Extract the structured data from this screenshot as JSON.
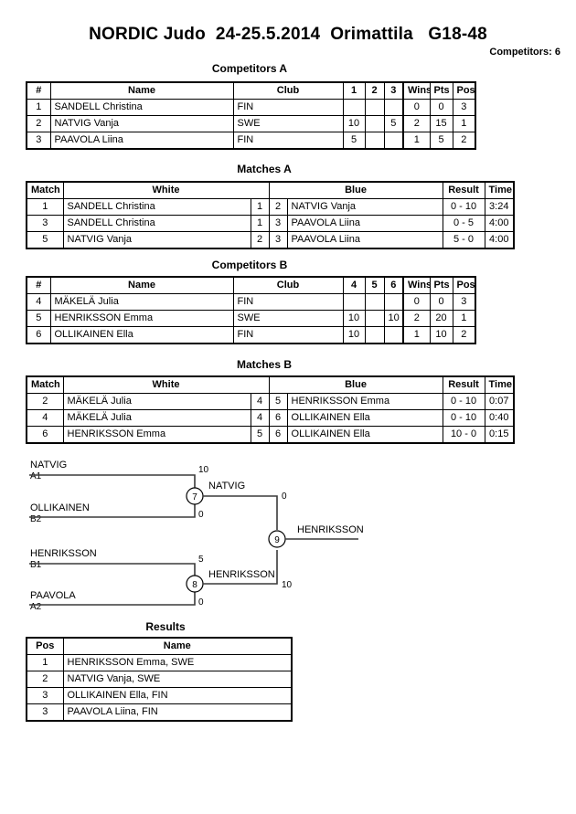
{
  "header": {
    "title": "NORDIC Judo  24-25.5.2014  Orimattila   G18-48",
    "competitor_count": "Competitors: 6"
  },
  "pools": [
    {
      "caption": "Competitors A",
      "columns": [
        "#",
        "Name",
        "Club",
        "1",
        "2",
        "3",
        "Wins",
        "Pts",
        "Pos"
      ],
      "rows": [
        {
          "num": "1",
          "name": "SANDELL Christina",
          "club": "FIN",
          "m1": "",
          "m2": "",
          "m3": "",
          "wins": "0",
          "pts": "0",
          "pos": "3"
        },
        {
          "num": "2",
          "name": "NATVIG Vanja",
          "club": "SWE",
          "m1": "10",
          "m2": "",
          "m3": "5",
          "wins": "2",
          "pts": "15",
          "pos": "1"
        },
        {
          "num": "3",
          "name": "PAAVOLA Liina",
          "club": "FIN",
          "m1": "5",
          "m2": "",
          "m3": "",
          "wins": "1",
          "pts": "5",
          "pos": "2"
        }
      ]
    },
    {
      "caption": "Competitors B",
      "columns": [
        "#",
        "Name",
        "Club",
        "4",
        "5",
        "6",
        "Wins",
        "Pts",
        "Pos"
      ],
      "rows": [
        {
          "num": "4",
          "name": "MÄKELÄ Julia",
          "club": "FIN",
          "m1": "",
          "m2": "",
          "m3": "",
          "wins": "0",
          "pts": "0",
          "pos": "3"
        },
        {
          "num": "5",
          "name": "HENRIKSSON Emma",
          "club": "SWE",
          "m1": "10",
          "m2": "",
          "m3": "10",
          "wins": "2",
          "pts": "20",
          "pos": "1"
        },
        {
          "num": "6",
          "name": "OLLIKAINEN Ella",
          "club": "FIN",
          "m1": "10",
          "m2": "",
          "m3": "",
          "wins": "1",
          "pts": "10",
          "pos": "2"
        }
      ]
    }
  ],
  "matches": [
    {
      "caption": "Matches A",
      "columns": [
        "Match",
        "White",
        "Blue",
        "Result",
        "Time"
      ],
      "rows": [
        {
          "match": "1",
          "white": "SANDELL Christina",
          "white_num": "1",
          "blue_num": "2",
          "blue": "NATVIG Vanja",
          "result": "0 - 10",
          "time": "3:24"
        },
        {
          "match": "3",
          "white": "SANDELL Christina",
          "white_num": "1",
          "blue_num": "3",
          "blue": "PAAVOLA Liina",
          "result": "0 - 5",
          "time": "4:00"
        },
        {
          "match": "5",
          "white": "NATVIG Vanja",
          "white_num": "2",
          "blue_num": "3",
          "blue": "PAAVOLA Liina",
          "result": "5 - 0",
          "time": "4:00"
        }
      ]
    },
    {
      "caption": "Matches B",
      "columns": [
        "Match",
        "White",
        "Blue",
        "Result",
        "Time"
      ],
      "rows": [
        {
          "match": "2",
          "white": "MÄKELÄ Julia",
          "white_num": "4",
          "blue_num": "5",
          "blue": "HENRIKSSON Emma",
          "result": "0 - 10",
          "time": "0:07"
        },
        {
          "match": "4",
          "white": "MÄKELÄ Julia",
          "white_num": "4",
          "blue_num": "6",
          "blue": "OLLIKAINEN Ella",
          "result": "0 - 10",
          "time": "0:40"
        },
        {
          "match": "6",
          "white": "HENRIKSSON Emma",
          "white_num": "5",
          "blue_num": "6",
          "blue": "OLLIKAINEN Ella",
          "result": "10 - 0",
          "time": "0:15"
        }
      ]
    }
  ],
  "bracket": {
    "entrants": [
      {
        "name": "NATVIG",
        "seed": "A1",
        "score": "10"
      },
      {
        "name": "OLLIKAINEN",
        "seed": "B2",
        "score": "0"
      },
      {
        "name": "HENRIKSSON",
        "seed": "B1",
        "score": "5"
      },
      {
        "name": "PAAVOLA",
        "seed": "A2",
        "score": "0"
      }
    ],
    "semifinals": [
      {
        "node": "7",
        "winner": "NATVIG",
        "score": "0"
      },
      {
        "node": "8",
        "winner": "HENRIKSSON",
        "score": "10"
      }
    ],
    "final": {
      "node": "9",
      "winner": "HENRIKSSON"
    }
  },
  "results": {
    "caption": "Results",
    "columns": [
      "Pos",
      "Name"
    ],
    "rows": [
      {
        "pos": "1",
        "name": "HENRIKSSON Emma, SWE"
      },
      {
        "pos": "2",
        "name": "NATVIG Vanja, SWE"
      },
      {
        "pos": "3",
        "name": "OLLIKAINEN Ella, FIN"
      },
      {
        "pos": "3",
        "name": "PAAVOLA Liina, FIN"
      }
    ]
  }
}
